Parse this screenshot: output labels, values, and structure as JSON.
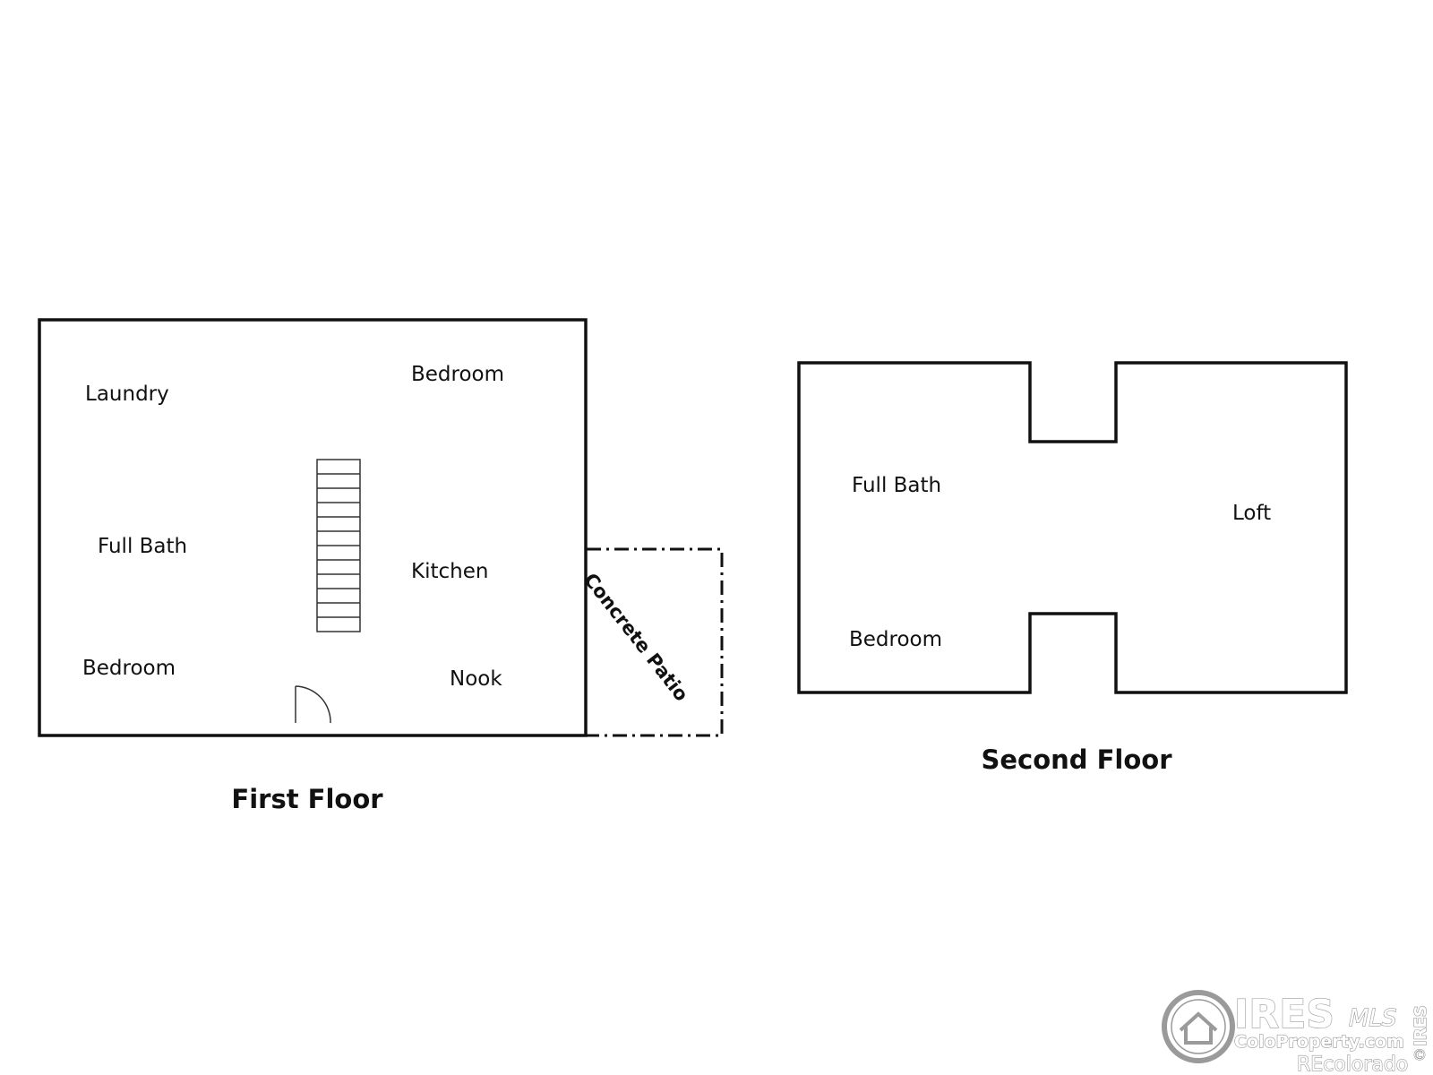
{
  "first_floor": {
    "caption": "First Floor",
    "rooms": {
      "laundry": "Laundry",
      "bedroom_top": "Bedroom",
      "full_bath": "Full Bath",
      "kitchen": "Kitchen",
      "bedroom_bottom": "Bedroom",
      "nook": "Nook"
    },
    "patio_label": "Concrete Patio"
  },
  "second_floor": {
    "caption": "Second Floor",
    "rooms": {
      "full_bath": "Full Bath",
      "loft": "Loft",
      "bedroom": "Bedroom"
    }
  },
  "watermark": {
    "brand": "IRES",
    "mls": "MLS",
    "site": "ColoProperty.com",
    "vertical": "IRES",
    "credit": "REcolorado",
    "copyright": "©"
  },
  "colors": {
    "lines": "#111111",
    "background": "#ffffff",
    "watermark": "#9a9a9a"
  }
}
